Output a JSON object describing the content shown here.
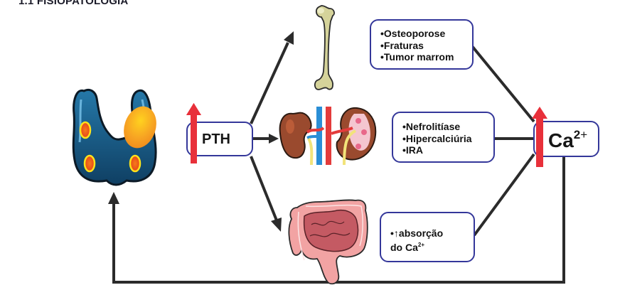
{
  "title": "1.1 FISIOPATOLOGIA",
  "pth": {
    "label": "PTH",
    "trend": "increase"
  },
  "calcium": {
    "base": "Ca",
    "superscript": "2",
    "charge": "+",
    "trend": "increase"
  },
  "effects": {
    "bone": {
      "organ": "femur-bone",
      "items": [
        "•Osteoporose",
        "•Fraturas",
        "•Tumor marrom"
      ]
    },
    "kidney": {
      "organ": "kidneys",
      "items": [
        "•Nefrolitíase",
        "•Hipercalciúria",
        "•IRA"
      ]
    },
    "intestine": {
      "organ": "intestines",
      "line1": "•↑absorção",
      "line2_base": "do Ca",
      "line2_sup": "2+"
    }
  },
  "gland": {
    "name": "parathyroid-thyroid",
    "note": "enlarged parathyroid adenoma"
  },
  "feedback": {
    "from": "calcium",
    "to": "gland"
  },
  "colors": {
    "arrow": "#2b2b2b",
    "increase_arrow": "#e8303a",
    "box_border": "#34379a",
    "gland": "#1a5a85",
    "adenoma": "#f59a1c"
  }
}
